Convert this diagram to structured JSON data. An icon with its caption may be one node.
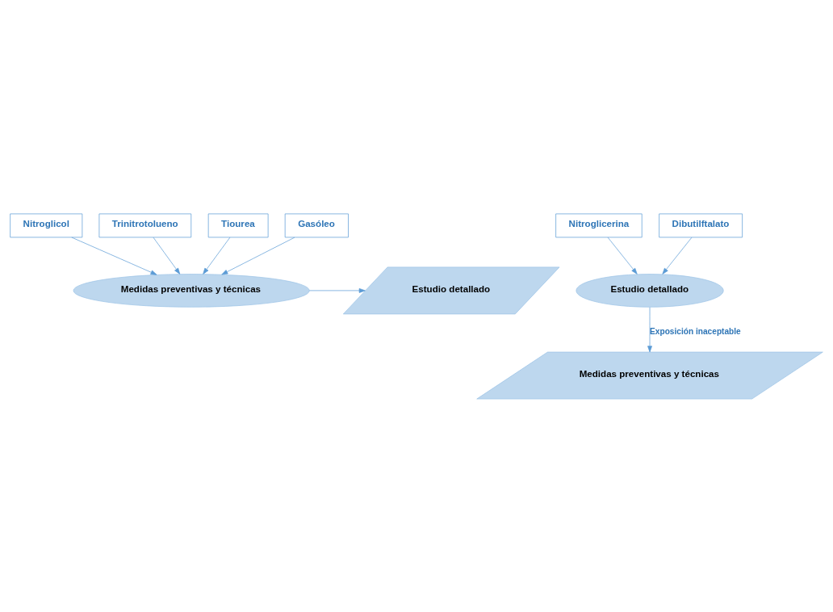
{
  "diagram": {
    "nodes": [
      {
        "text": [
          "Nitroglicol"
        ]
      },
      {
        "text": [
          "Trinitrotolueno"
        ]
      },
      {
        "text": [
          "Tiourea"
        ]
      },
      {
        "text": [
          "Gasóleo"
        ]
      },
      {
        "text": [
          "Medidas preventivas y técnicas"
        ]
      },
      {
        "text": [
          "Estudio detallado"
        ]
      },
      {
        "text": [
          "Nitroglicerina"
        ]
      },
      {
        "text": [
          "Dibutilftalato"
        ]
      },
      {
        "text": [
          "Estudio detallado"
        ]
      },
      {
        "text": [
          "Medidas preventivas y técnicas"
        ]
      }
    ],
    "edges": [
      {
        "from": 0,
        "to": 4,
        "arrow": "to"
      },
      {
        "from": 1,
        "to": 4,
        "arrow": "to"
      },
      {
        "from": 2,
        "to": 4,
        "arrow": "to"
      },
      {
        "from": 3,
        "to": 4,
        "arrow": "to"
      },
      {
        "from": 4,
        "to": 5,
        "arrow": "to"
      },
      {
        "from": 6,
        "to": 8,
        "arrow": "to"
      },
      {
        "from": 7,
        "to": 8,
        "arrow": "to"
      },
      {
        "from": 8,
        "to": 9,
        "arrow": "to",
        "label": "Exposición inaceptable"
      }
    ]
  }
}
